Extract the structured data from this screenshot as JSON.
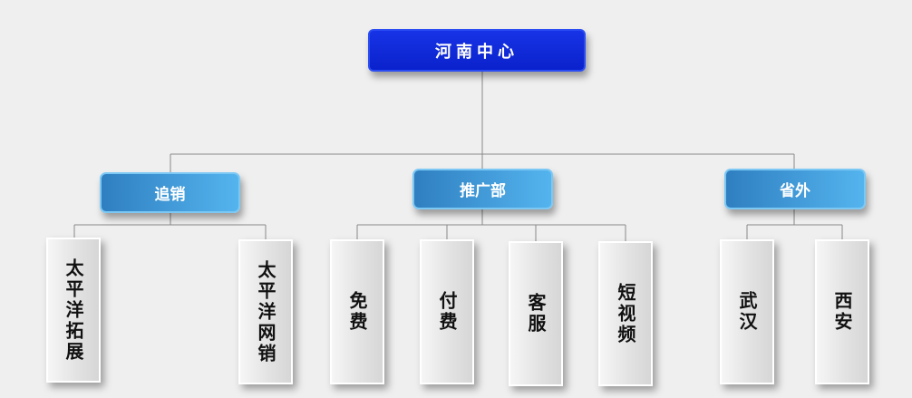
{
  "root": {
    "label": "河南中心"
  },
  "departments": [
    {
      "label": "追销",
      "children": [
        "太平洋拓展",
        "太平洋网销"
      ]
    },
    {
      "label": "推广部",
      "children": [
        "免费",
        "付费",
        "客服",
        "短视频"
      ]
    },
    {
      "label": "省外",
      "children": [
        "武汉",
        "西安"
      ]
    }
  ],
  "colors": {
    "root": "#0a22cc",
    "department": "#3f9bd8",
    "leaf": "#e6e6e6",
    "connector": "#888888"
  }
}
